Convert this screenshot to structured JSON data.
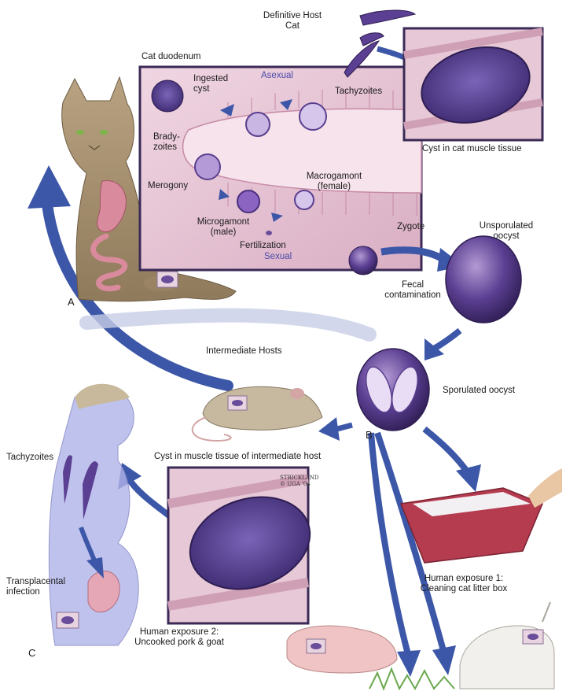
{
  "labels": {
    "definitive_host": "Definitive Host",
    "definitive_host_animal": "Cat",
    "cat_duodenum": "Cat duodenum",
    "asexual": "Asexual",
    "sexual": "Sexual",
    "ingested_cyst": "Ingested cyst",
    "tachyzoites_top": "Tachyzoites",
    "bradyzoites": "Brady- zoites",
    "merogony": "Merogony",
    "macrogamont": "Macrogamont (female)",
    "microgamont": "Microgamont (male)",
    "fertilization": "Fertilization",
    "zygote": "Zygote",
    "cyst_cat_muscle": "Cyst in cat muscle tissue",
    "unsporulated_oocyst": "Unsporulated oocyst",
    "fecal_contamination": "Fecal contamination",
    "intermediate_hosts": "Intermediate Hosts",
    "sporulated_oocyst": "Sporulated oocyst",
    "cyst_intermediate": "Cyst in muscle tissue of intermediate host",
    "tachyzoites_human": "Tachyzoites",
    "transplacental": "Transplacental infection",
    "human_exposure_1": "Human exposure 1: Cleaning cat litter box",
    "human_exposure_2": "Human exposure 2: Uncooked pork & goat",
    "letter_a": "A",
    "letter_b": "B",
    "letter_c": "C"
  },
  "signature": {
    "artist": "STRICKLAND",
    "copyright": "© UGA '04"
  },
  "colors": {
    "arrow": "#3d57a8",
    "parasite": "#5a3f8f",
    "tissue": "#e6c9d6",
    "frame": "#3a2a55"
  },
  "icons": [
    "cat-figure",
    "rat-figure",
    "pregnant-woman-figure",
    "pig-figure",
    "goat-figure",
    "litter-box-icon",
    "tissue-cyst-icon",
    "oocyst-icon"
  ]
}
